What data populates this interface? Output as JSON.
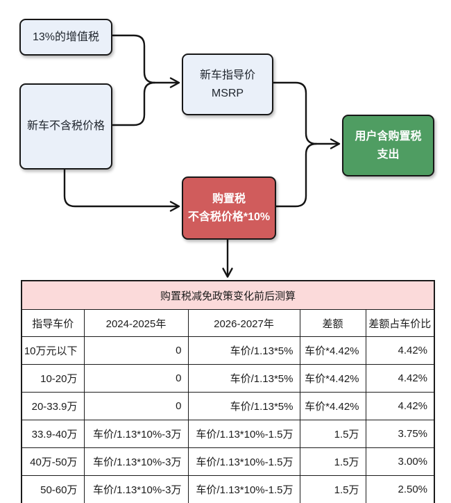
{
  "flowchart": {
    "nodes": {
      "vat": {
        "label": "13%的增值税"
      },
      "pretax_price": {
        "label": "新车不含税价格"
      },
      "msrp": {
        "line1": "新车指导价",
        "line2": "MSRP"
      },
      "purchase_tax": {
        "line1": "购置税",
        "line2": "不含税价格*10%"
      },
      "user_cost": {
        "line1": "用户含购置税",
        "line2": "支出"
      }
    },
    "colors": {
      "node_blue_fill": "#eaf0f9",
      "node_red_fill": "#d05c5c",
      "node_green_fill": "#4f9d62",
      "node_border": "#171717",
      "arrow": "#141414"
    }
  },
  "table": {
    "title": "购置税减免政策变化前后测算",
    "header_pink": "#fbdada",
    "columns": [
      "指导车价",
      "2024-2025年",
      "2026-2027年",
      "差额",
      "差额占车价比"
    ],
    "rows": [
      [
        "10万元以下",
        "0",
        "车价/1.13*5%",
        "车价*4.42%",
        "4.42%"
      ],
      [
        "10-20万",
        "0",
        "车价/1.13*5%",
        "车价*4.42%",
        "4.42%"
      ],
      [
        "20-33.9万",
        "0",
        "车价/1.13*5%",
        "车价*4.42%",
        "4.42%"
      ],
      [
        "33.9-40万",
        "车价/1.13*10%-3万",
        "车价/1.13*10%-1.5万",
        "1.5万",
        "3.75%"
      ],
      [
        "40万-50万",
        "车价/1.13*10%-3万",
        "车价/1.13*10%-1.5万",
        "1.5万",
        "3.00%"
      ],
      [
        "50-60万",
        "车价/1.13*10%-3万",
        "车价/1.13*10%-1.5万",
        "1.5万",
        "2.50%"
      ]
    ]
  }
}
